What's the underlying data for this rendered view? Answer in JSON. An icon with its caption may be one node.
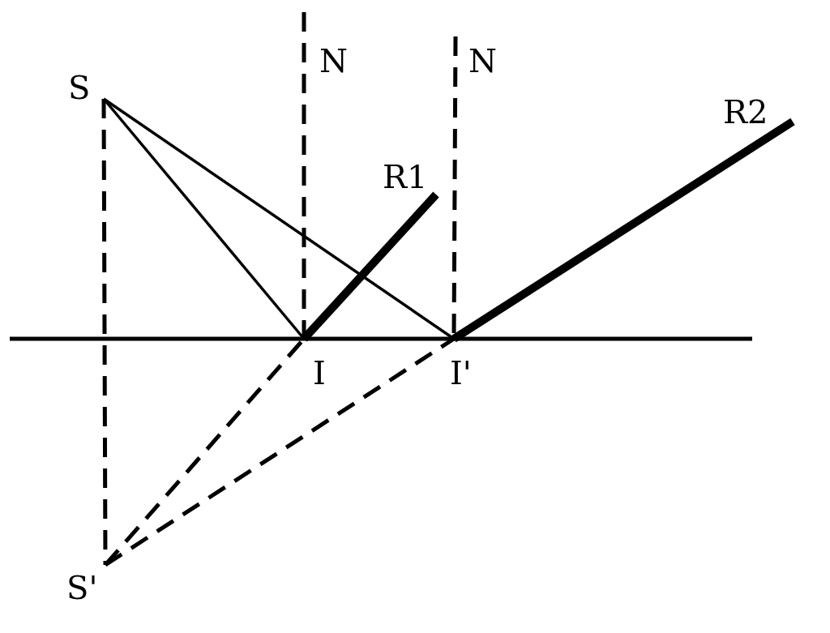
{
  "diagram": {
    "nodes": [
      {
        "text": [
          "S"
        ]
      },
      {
        "text": [
          "N"
        ]
      },
      {
        "text": [
          "N"
        ]
      },
      {
        "text": [
          "R1"
        ]
      },
      {
        "text": [
          "R2"
        ]
      },
      {
        "text": [
          "I"
        ]
      },
      {
        "text": [
          "I'"
        ]
      },
      {
        "text": [
          "S'"
        ]
      }
    ],
    "edges": [
      {
        "from": 0,
        "to": 5,
        "arrow": "none"
      },
      {
        "from": 0,
        "to": 6,
        "arrow": "none"
      },
      {
        "from": 5,
        "to": 3,
        "arrow": "none",
        "style": "thick"
      },
      {
        "from": 6,
        "to": 4,
        "arrow": "none",
        "style": "thick"
      },
      {
        "from": 1,
        "to": 5,
        "arrow": "none",
        "style": "dashed"
      },
      {
        "from": 2,
        "to": 6,
        "arrow": "none",
        "style": "dashed"
      },
      {
        "from": 0,
        "to": 7,
        "arrow": "none",
        "style": "dashed"
      },
      {
        "from": 7,
        "to": 5,
        "arrow": "none",
        "style": "dashed"
      },
      {
        "from": 7,
        "to": 6,
        "arrow": "none",
        "style": "dashed"
      }
    ]
  }
}
